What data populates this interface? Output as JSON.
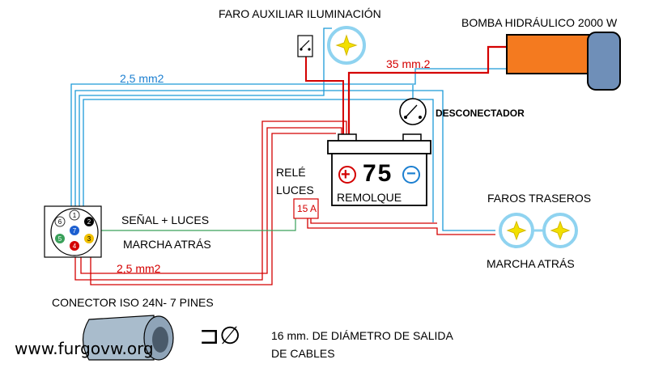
{
  "labels": {
    "faro_auxiliar": "FARO AUXILIAR ILUMINACIÓN",
    "bomba": "BOMBA HIDRÁULICO  2000 W",
    "cable_35": "35 mm.2",
    "cable_25_top": "2,5 mm2",
    "desconectador": "DESCONECTADOR",
    "rele_line1": "RELÉ",
    "rele_line2": "LUCES",
    "fuse": "15 A",
    "battery_number": "75",
    "battery_plus": "+",
    "battery_minus": "−",
    "remolque": "REMOLQUE",
    "faros_traseros": "FAROS TRASEROS",
    "marcha_atras_right": "MARCHA  ATRÁS",
    "senal_luces": "SEÑAL  + LUCES",
    "marcha_atras_left": "MARCHA  ATRÁS",
    "cable_25_bottom": "2,5 mm2",
    "conector": "CONECTOR    ISO   24N-   7 PINES",
    "salida_line1": "16 mm. DE  DIÁMETRO  DE SALIDA",
    "salida_line2": "DE CABLES",
    "website": "www.furgovw.org",
    "gland_symbol": "⊐∅"
  },
  "pins": [
    "1",
    "2",
    "3",
    "4",
    "5",
    "6",
    "7"
  ],
  "colors": {
    "wire_red": "#d40000",
    "wire_blue": "#1c9ad8",
    "wire_green": "#3aa05a",
    "lamp_ring": "#8fd3f0",
    "lamp_star": "#f2e000",
    "pump_body": "#f47a1f",
    "pump_cap": "#6f8fb8",
    "connector_gray": "#8fa4b8"
  }
}
